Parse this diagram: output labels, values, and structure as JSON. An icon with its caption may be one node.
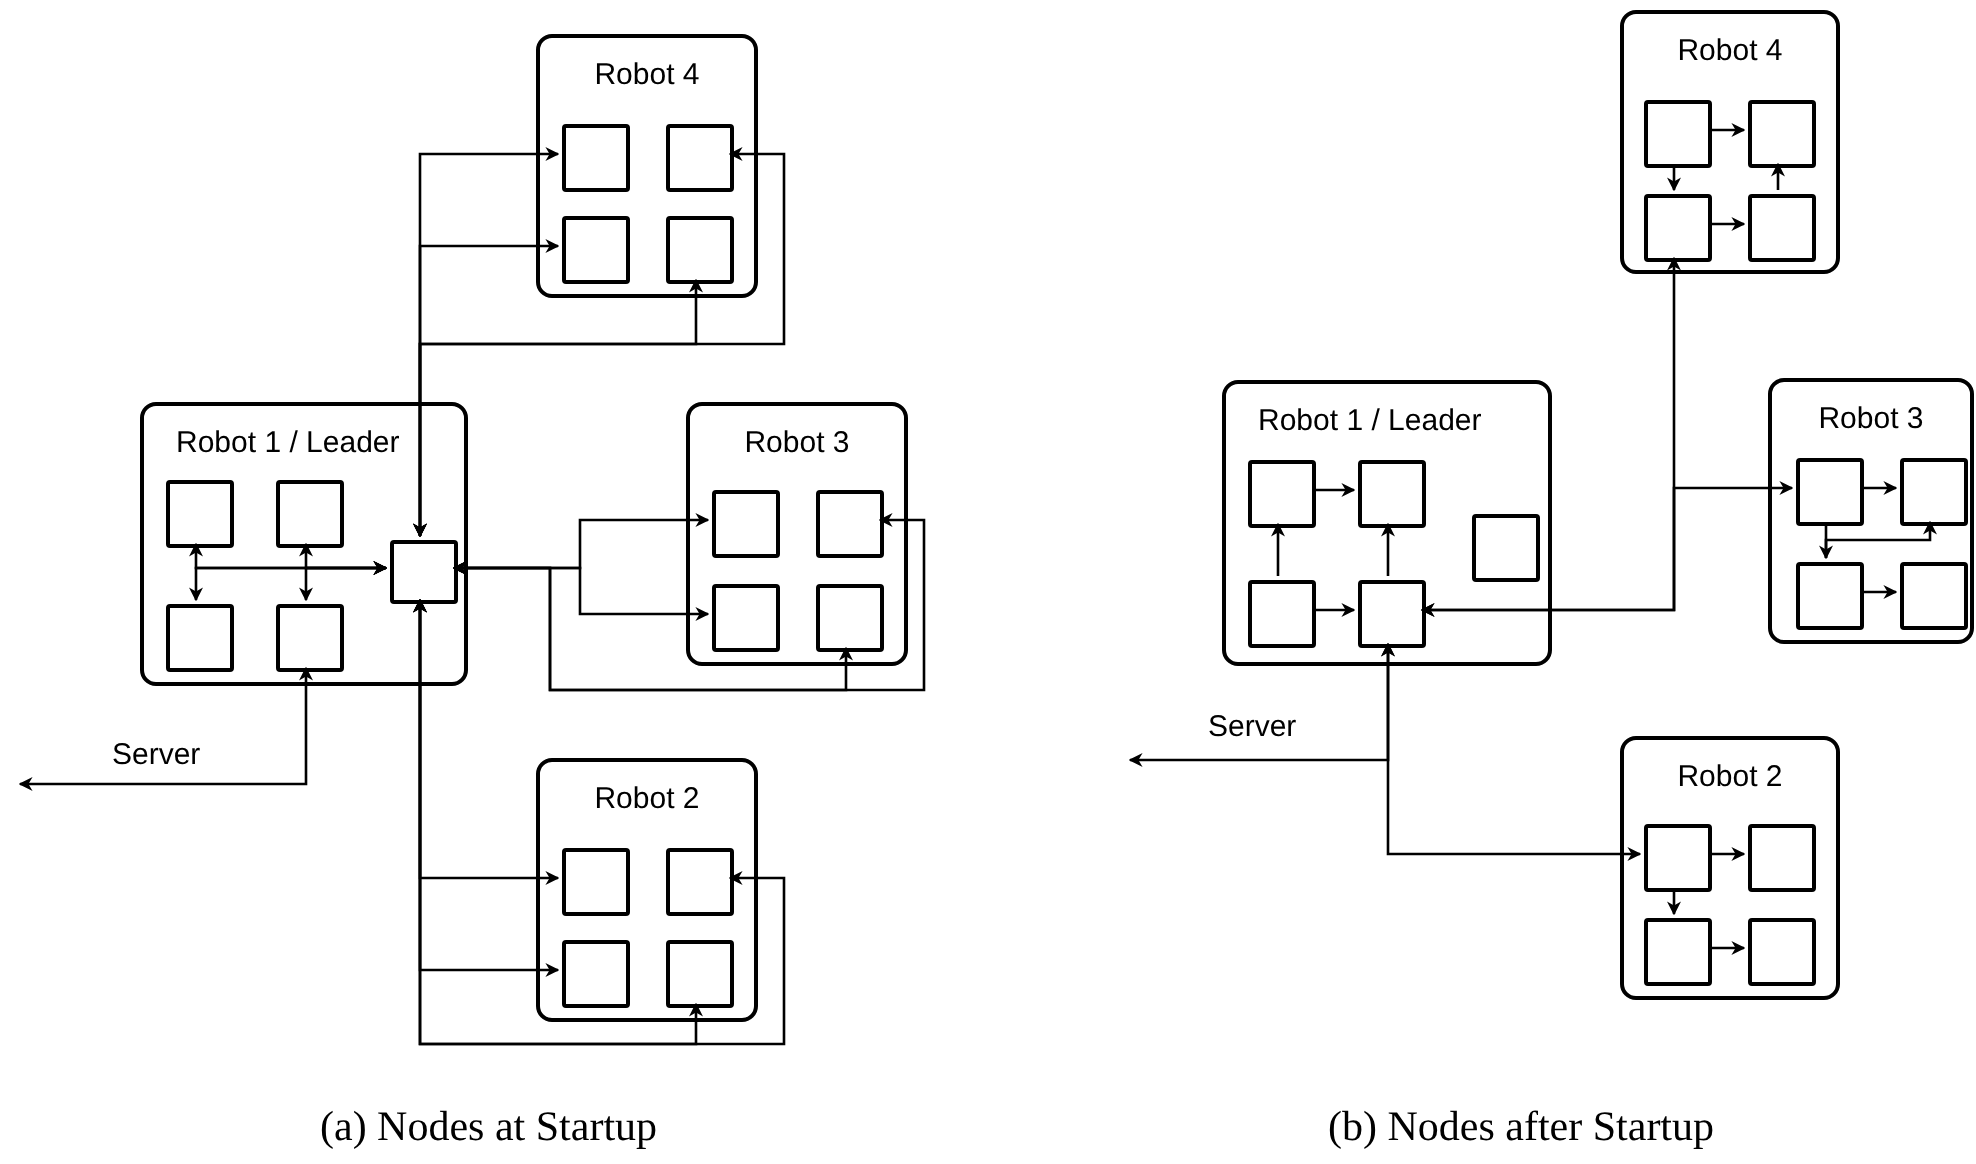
{
  "diagram": {
    "nodes": [
      {
        "text": [
          "Robot 1 / Leader"
        ]
      },
      {
        "text": [],
        "shape": "box",
        "in": 0
      },
      {
        "text": [],
        "shape": "box",
        "in": 0
      },
      {
        "text": [],
        "shape": "box",
        "in": 0
      },
      {
        "text": [],
        "shape": "box",
        "in": 0
      },
      {
        "text": [],
        "shape": "box",
        "in": 0
      },
      {
        "text": [
          "Robot 4"
        ]
      },
      {
        "text": [],
        "shape": "box",
        "in": 6
      },
      {
        "text": [],
        "shape": "box",
        "in": 6
      },
      {
        "text": [],
        "shape": "box",
        "in": 6
      },
      {
        "text": [],
        "shape": "box",
        "in": 6
      },
      {
        "text": [
          "Robot 3"
        ]
      },
      {
        "text": [],
        "shape": "box",
        "in": 11
      },
      {
        "text": [],
        "shape": "box",
        "in": 11
      },
      {
        "text": [],
        "shape": "box",
        "in": 11
      },
      {
        "text": [],
        "shape": "box",
        "in": 11
      },
      {
        "text": [
          "Robot 2"
        ]
      },
      {
        "text": [],
        "shape": "box",
        "in": 16
      },
      {
        "text": [],
        "shape": "box",
        "in": 16
      },
      {
        "text": [],
        "shape": "box",
        "in": 16
      },
      {
        "text": [],
        "shape": "box",
        "in": 16
      },
      {
        "text": [
          "Robot 1 / Leader"
        ]
      },
      {
        "text": [],
        "shape": "box",
        "in": 21
      },
      {
        "text": [],
        "shape": "box",
        "in": 21
      },
      {
        "text": [],
        "shape": "box",
        "in": 21
      },
      {
        "text": [],
        "shape": "box",
        "in": 21
      },
      {
        "text": [],
        "shape": "box",
        "in": 21
      },
      {
        "text": [
          "Robot 4"
        ]
      },
      {
        "text": [],
        "shape": "box",
        "in": 27
      },
      {
        "text": [],
        "shape": "box",
        "in": 27
      },
      {
        "text": [],
        "shape": "box",
        "in": 27
      },
      {
        "text": [],
        "shape": "box",
        "in": 27
      },
      {
        "text": [
          "Robot 3"
        ]
      },
      {
        "text": [],
        "shape": "box",
        "in": 32
      },
      {
        "text": [],
        "shape": "box",
        "in": 32
      },
      {
        "text": [],
        "shape": "box",
        "in": 32
      },
      {
        "text": [],
        "shape": "box",
        "in": 32
      },
      {
        "text": [
          "Robot 2"
        ]
      },
      {
        "text": [],
        "shape": "box",
        "in": 37
      },
      {
        "text": [],
        "shape": "box",
        "in": 37
      },
      {
        "text": [],
        "shape": "box",
        "in": 37
      },
      {
        "text": [],
        "shape": "box",
        "in": 37
      }
    ],
    "edges": [
      {
        "from": 5,
        "to": 1,
        "arrow": "both"
      },
      {
        "from": 5,
        "to": 3,
        "arrow": "both"
      },
      {
        "from": 5,
        "to": 2,
        "arrow": "both"
      },
      {
        "from": 5,
        "to": 4,
        "arrow": "both"
      },
      {
        "from": 5,
        "to": 7,
        "arrow": "both"
      },
      {
        "from": 5,
        "to": 9,
        "arrow": "both"
      },
      {
        "from": 5,
        "to": 10,
        "arrow": "both"
      },
      {
        "from": 5,
        "to": 8,
        "arrow": "both"
      },
      {
        "from": 5,
        "to": 12,
        "arrow": "both"
      },
      {
        "from": 5,
        "to": 14,
        "arrow": "both"
      },
      {
        "from": 5,
        "to": 15,
        "arrow": "both"
      },
      {
        "from": 5,
        "to": 13,
        "arrow": "both"
      },
      {
        "from": 5,
        "to": 17,
        "arrow": "both"
      },
      {
        "from": 5,
        "to": 19,
        "arrow": "both"
      },
      {
        "from": 5,
        "to": 20,
        "arrow": "both"
      },
      {
        "from": 5,
        "to": 18,
        "arrow": "both"
      },
      {
        "from": 4,
        "to": null,
        "arrow": "both",
        "label": "Server"
      },
      {
        "from": 25,
        "to": 22,
        "arrow": "to"
      },
      {
        "from": 22,
        "to": 23,
        "arrow": "to"
      },
      {
        "from": 25,
        "to": 26,
        "arrow": "to"
      },
      {
        "from": 26,
        "to": 23,
        "arrow": "to"
      },
      {
        "from": 28,
        "to": 29,
        "arrow": "to"
      },
      {
        "from": 28,
        "to": 30,
        "arrow": "to"
      },
      {
        "from": 30,
        "to": 31,
        "arrow": "to"
      },
      {
        "from": 31,
        "to": 29,
        "arrow": "to"
      },
      {
        "from": 33,
        "to": 34,
        "arrow": "to"
      },
      {
        "from": 33,
        "to": 35,
        "arrow": "to"
      },
      {
        "from": 35,
        "to": 36,
        "arrow": "to"
      },
      {
        "from": 35,
        "to": 34,
        "arrow": "to"
      },
      {
        "from": 38,
        "to": 39,
        "arrow": "to"
      },
      {
        "from": 38,
        "to": 40,
        "arrow": "to"
      },
      {
        "from": 40,
        "to": 41,
        "arrow": "to"
      },
      {
        "from": 26,
        "to": 30,
        "arrow": "both"
      },
      {
        "from": 26,
        "to": 33,
        "arrow": "both"
      },
      {
        "from": 26,
        "to": 38,
        "arrow": "both"
      },
      {
        "from": 26,
        "to": null,
        "arrow": "both",
        "label": "Server"
      }
    ],
    "labels": [
      "(a) Nodes at Startup",
      "(b) Nodes after Startup"
    ]
  }
}
